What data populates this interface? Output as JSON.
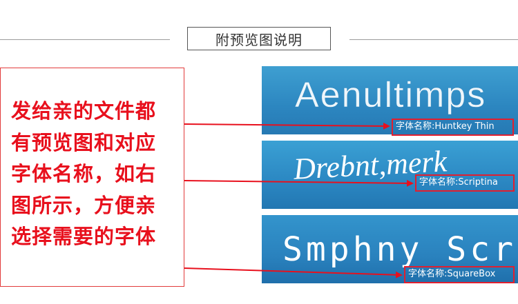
{
  "header": {
    "title": "附预览图说明"
  },
  "callout": {
    "lines": [
      "发给亲的文件都",
      "有预览图和对应",
      "字体名称，如右",
      "图所示，方便亲",
      "选择需要的字体"
    ]
  },
  "previews": [
    {
      "sample": "Aenultimps",
      "font_label": "字体名称:Huntkey Thin"
    },
    {
      "sample": "Drebnt,merk",
      "font_label": "字体名称:Scriptina"
    },
    {
      "sample": "Smphny Script",
      "font_label": "字体名称:SquareBox"
    }
  ],
  "colors": {
    "accent_red": "#e8101d",
    "panel_blue": "#2c86c0"
  }
}
